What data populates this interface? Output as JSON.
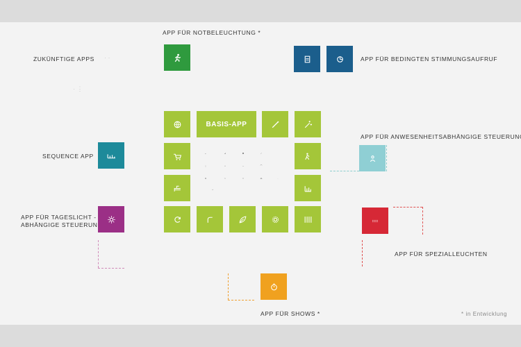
{
  "labels": {
    "notbeleuchtung": "APP FÜR NOTBELEUCHTUNG *",
    "zukuenftige": "ZUKÜNFTIGE APPS",
    "stimmung": "APP FÜR BEDINGTEN STIMMUNGSAUFRUF",
    "anwesenheit": "APP FÜR ANWESENHEITSABHÄNGIGE STEUERUNG",
    "sequence": "SEQUENCE APP",
    "tageslicht_1": "APP FÜR TAGESLICHT -",
    "tageslicht_2": "ABHÄNGIGE STEUERUNG",
    "spezial": "APP FÜR SPEZIALLEUCHTEN",
    "shows": "APP FÜR SHOWS *",
    "entwicklung": "* in Entwicklung",
    "basis": "BASIS-APP"
  },
  "colors": {
    "green_dark": "#2f9a3e",
    "blue_dark": "#1b5e8c",
    "teal": "#1d8a9a",
    "light_teal": "#8fcfd4",
    "purple": "#9b2f86",
    "red": "#d62836",
    "orange": "#f0a11f",
    "lime": "#a4c639"
  },
  "icons": [
    "running-man-icon",
    "document-icon",
    "pie-icon",
    "globe-icon",
    "wand-icon",
    "sparkle-icon",
    "cart-icon",
    "walk-icon",
    "ladder-icon",
    "bars-icon",
    "sequence-icon",
    "refresh-icon",
    "rocket-icon",
    "leaf-icon",
    "gear-icon",
    "columns-icon",
    "sun-icon",
    "dots-icon",
    "stopwatch-icon"
  ]
}
